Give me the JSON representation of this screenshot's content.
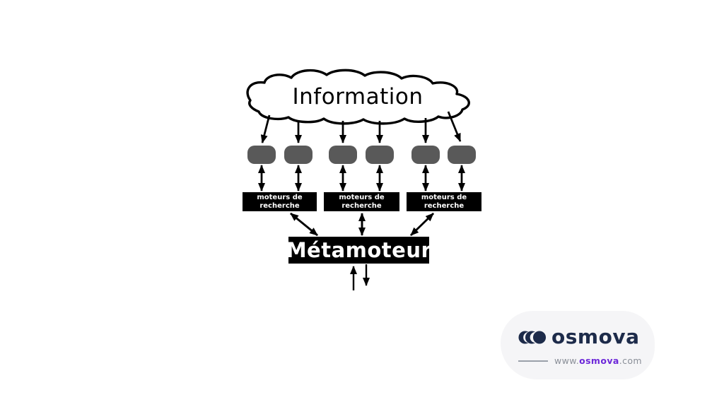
{
  "diagram": {
    "cloud_label": "Information",
    "engines": [
      {
        "line1": "moteurs de",
        "line2": "recherche"
      },
      {
        "line1": "moteurs de",
        "line2": "recherche"
      },
      {
        "line1": "moteurs de",
        "line2": "recherche"
      }
    ],
    "metasearch_label": "Métamoteur",
    "node_count": 6,
    "colors": {
      "node_gray": "#595959",
      "box_black": "#000000",
      "arrow_black": "#000000",
      "cloud_fill": "#ffffff"
    }
  },
  "branding": {
    "logo_text": "osmova",
    "url_prefix": "www.",
    "url_brand": "osmova",
    "url_suffix": ".com",
    "colors": {
      "badge_bg": "#f5f5f7",
      "logo_navy": "#1d2b4a",
      "url_gray": "#8a8f98",
      "url_purple": "#6d28d9"
    }
  }
}
